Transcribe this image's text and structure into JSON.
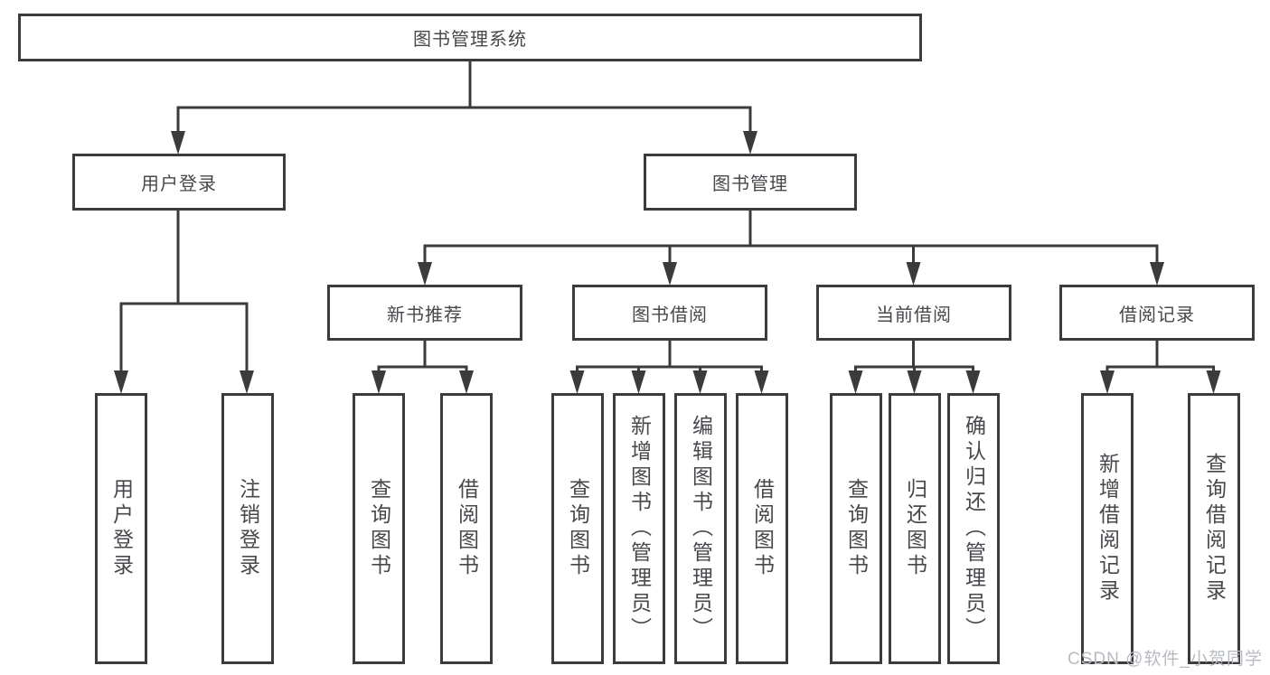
{
  "tree": {
    "root": {
      "label": "图书管理系统",
      "children": [
        {
          "label": "用户登录",
          "children": [
            {
              "label": "用户登录"
            },
            {
              "label": "注销登录"
            }
          ]
        },
        {
          "label": "图书管理",
          "children": [
            {
              "label": "新书推荐",
              "children": [
                {
                  "label": "查询图书"
                },
                {
                  "label": "借阅图书"
                }
              ]
            },
            {
              "label": "图书借阅",
              "children": [
                {
                  "label": "查询图书"
                },
                {
                  "label": "新增图书（管理员）"
                },
                {
                  "label": "编辑图书（管理员）"
                },
                {
                  "label": "借阅图书"
                }
              ]
            },
            {
              "label": "当前借阅",
              "children": [
                {
                  "label": "查询图书"
                },
                {
                  "label": "归还图书"
                },
                {
                  "label": "确认归还（管理员）"
                }
              ]
            },
            {
              "label": "借阅记录",
              "children": [
                {
                  "label": "新增借阅记录"
                },
                {
                  "label": "查询借阅记录"
                }
              ]
            }
          ]
        }
      ]
    }
  },
  "watermark": "CSDN @软件_小贺同学",
  "colors": {
    "line": "#3b3b3b",
    "text": "#46484c",
    "watermark": "#b7bbc1",
    "background": "#ffffff"
  }
}
